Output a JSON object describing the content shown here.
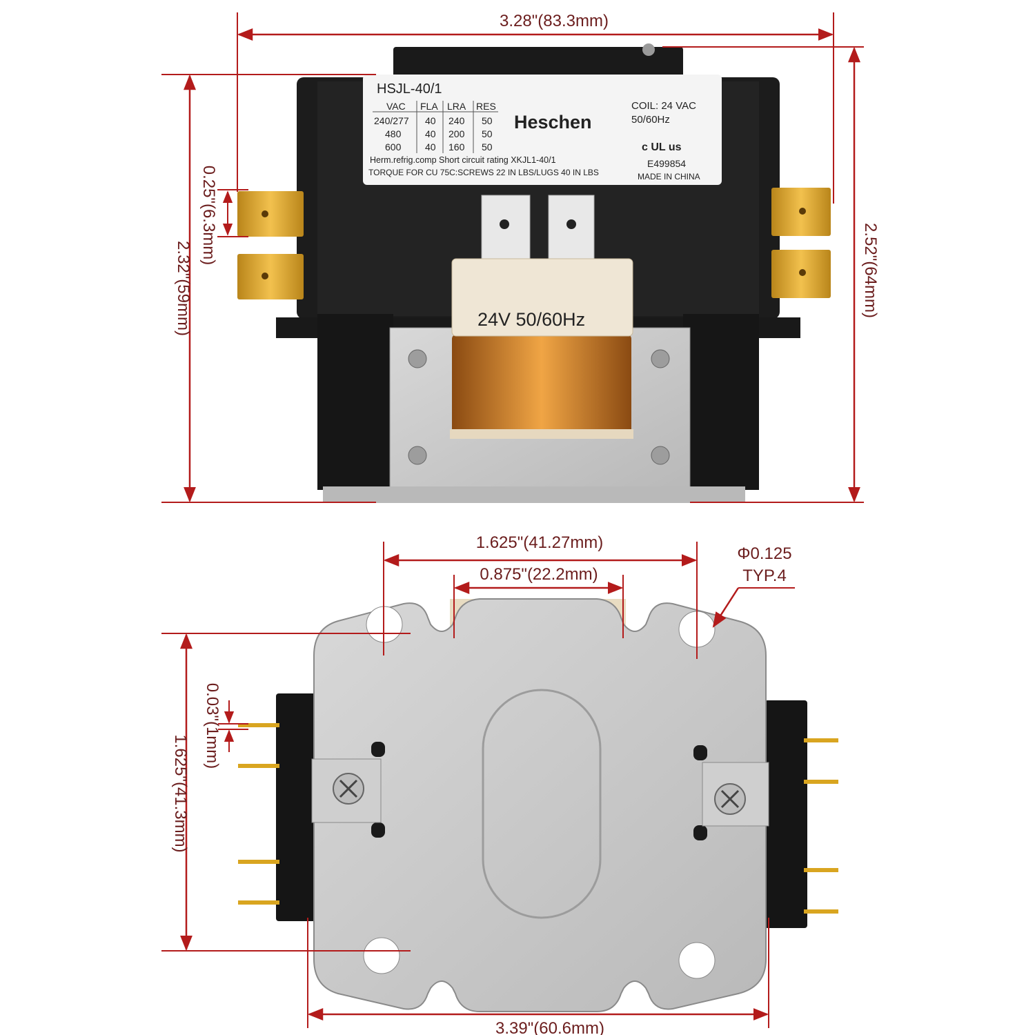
{
  "colors": {
    "dimension": "#b31b1b",
    "body": "#1c1c1c",
    "plate": "#c9c9c9",
    "terminal": "#d9a520",
    "coil": "#d9892a",
    "label_bg": "#f4f4f4",
    "coil_tab": "#efe6d5"
  },
  "dimensions": {
    "width_top": "3.28\"(83.3mm)",
    "height_left": "2.32\"(59mm)",
    "terminal_gap": "0.25\"(6.3mm)",
    "height_right": "2.52\"(64mm)",
    "mount_outer": "1.625\"(41.27mm)",
    "mount_inner": "0.875\"(22.2mm)",
    "hole_dia": "Φ0.125",
    "hole_count": "TYP.4",
    "mount_vertical": "1.625\"(41.3mm)",
    "pin_gap": "0.03\"(1mm)",
    "base_width": "3.39\"(60.6mm)"
  },
  "label": {
    "model": "HSJL-40/1",
    "brand": "Heschen",
    "coil_line1": "COIL: 24 VAC",
    "coil_line2": "50/60Hz",
    "cert": "E499854",
    "origin": "MADE IN CHINA",
    "ul_mark": "c UL us",
    "headers": [
      "VAC",
      "FLA",
      "LRA",
      "RES"
    ],
    "rows": [
      [
        "240/277",
        "40",
        "240",
        "50"
      ],
      [
        "480",
        "40",
        "200",
        "50"
      ],
      [
        "600",
        "40",
        "160",
        "50"
      ]
    ],
    "note1": "Herm.refrig.comp Short circuit rating XKJL1-40/1",
    "note2": "TORQUE FOR CU 75C:SCREWS 22 IN LBS/LUGS 40 IN LBS"
  },
  "coil_tab_text": "24V  50/60Hz",
  "icons": [
    "screw-icon",
    "terminal-icon",
    "coil-icon",
    "mounting-hole-icon",
    "ul-mark-icon"
  ]
}
